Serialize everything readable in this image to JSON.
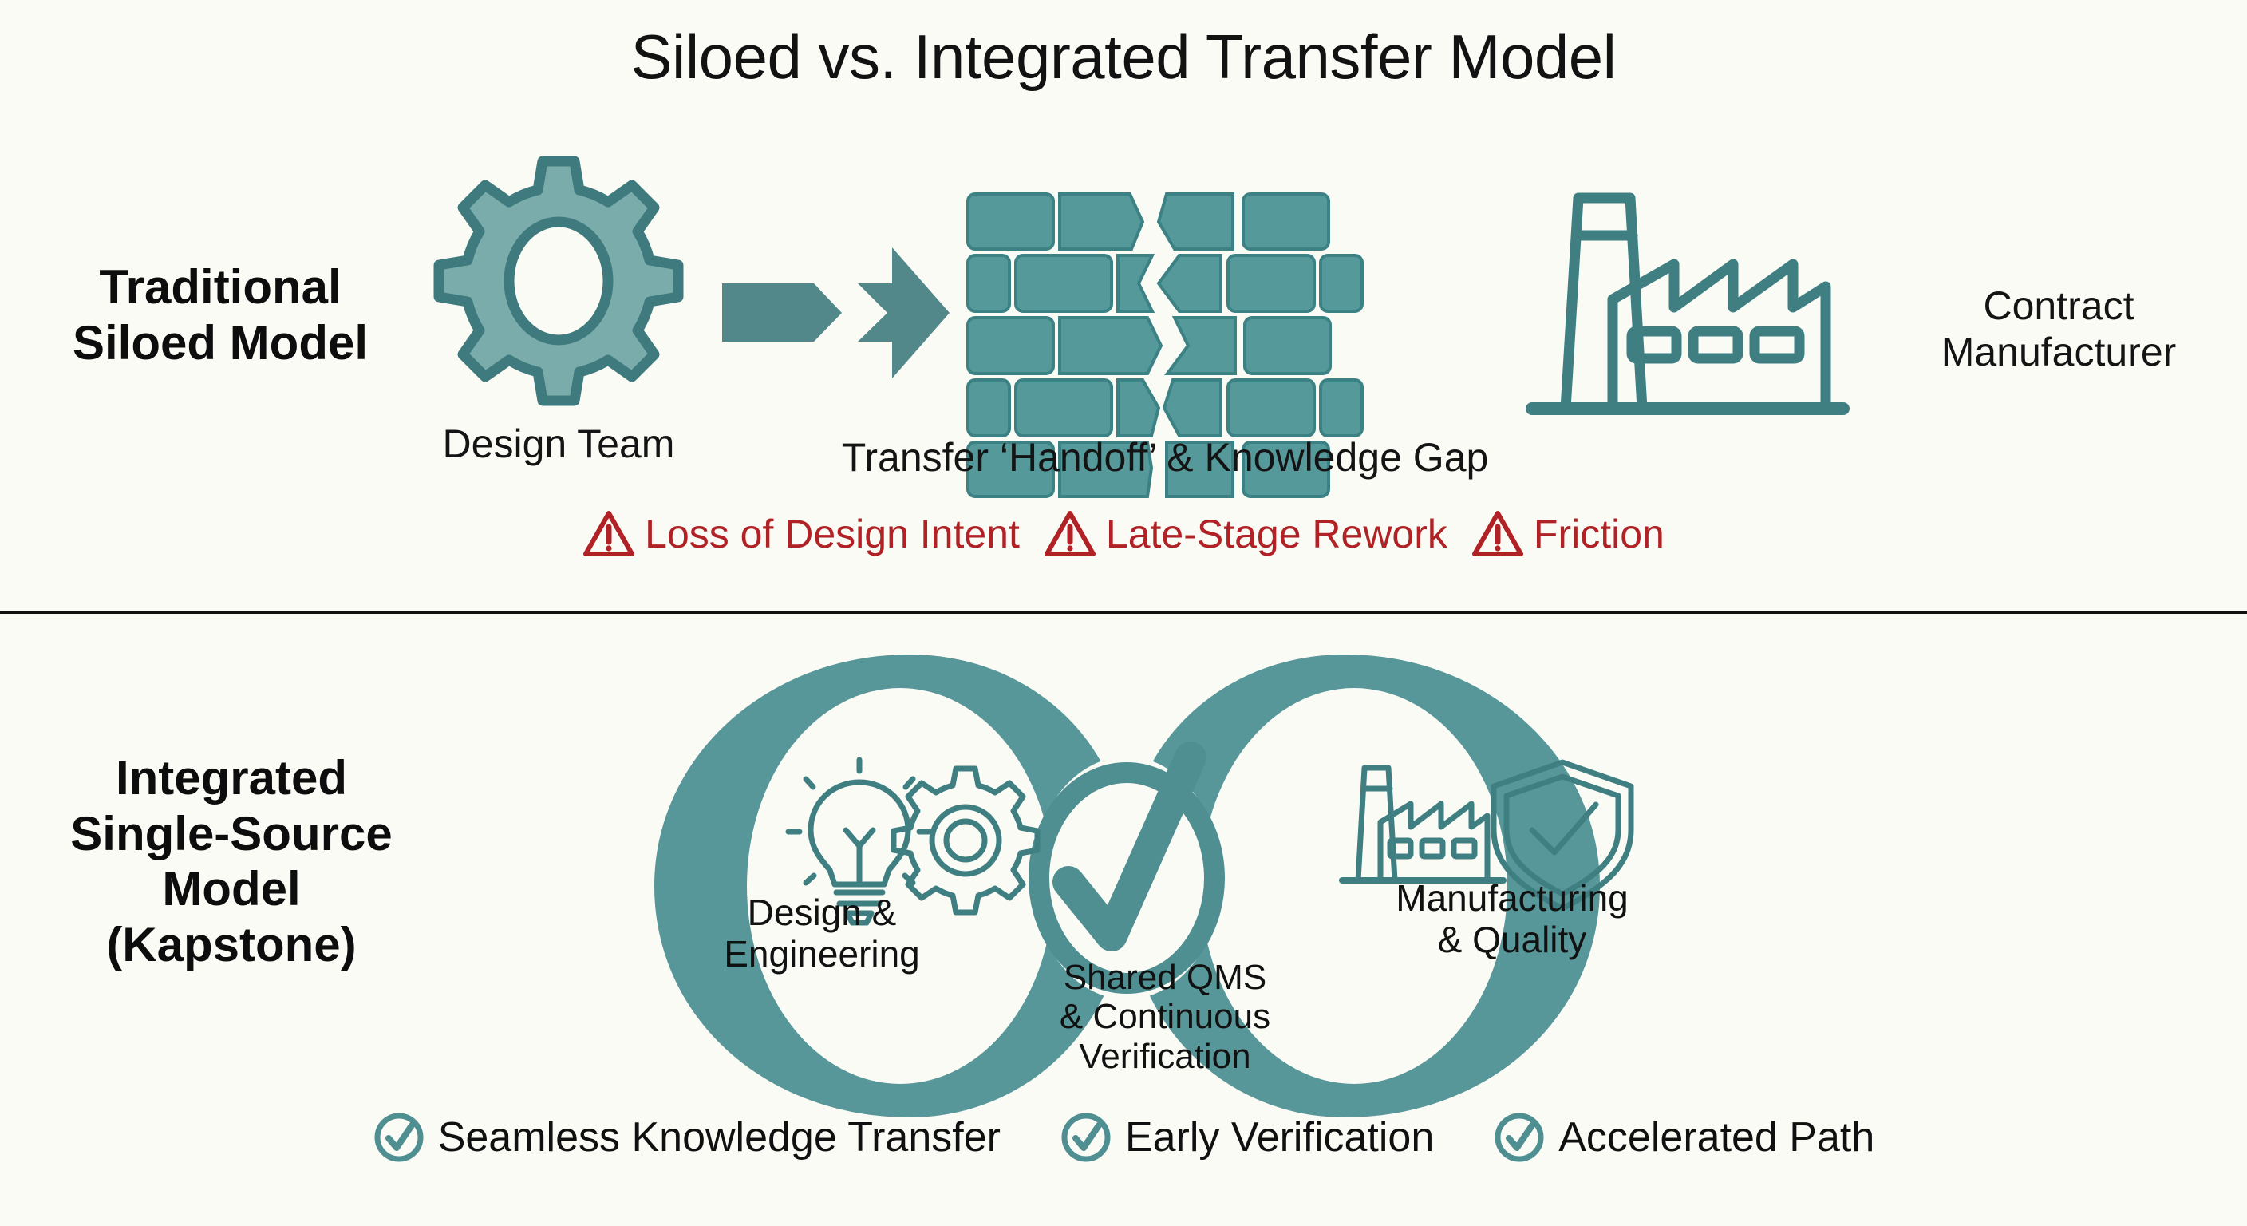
{
  "title": "Siloed vs. Integrated Transfer Model",
  "colors": {
    "background": "#fbfbf6",
    "teal": "#4f9194",
    "teal_dark": "#3f7b7e",
    "teal_fill": "#5e9a9b",
    "warning_red": "#b02225",
    "text": "#121212",
    "divider": "#111111"
  },
  "top_row": {
    "label": "Traditional\nSiloed Model",
    "label_line1": "Traditional",
    "label_line2": "Siloed Model",
    "design_team_caption": "Design Team",
    "transfer_caption": "Transfer ‘Handoff’ & Knowledge Gap",
    "contract_caption_line1": "Contract",
    "contract_caption_line2": "Manufacturer",
    "icons": {
      "gear": "gear-icon",
      "arrow": "arrow-right-icon",
      "wall": "cracked-brick-wall-icon",
      "factory": "factory-icon"
    },
    "warnings": [
      {
        "icon": "warning-triangle-icon",
        "label": "Loss of Design Intent"
      },
      {
        "icon": "warning-triangle-icon",
        "label": "Late-Stage Rework"
      },
      {
        "icon": "warning-triangle-icon",
        "label": "Friction"
      }
    ]
  },
  "bottom_row": {
    "label_line1": "Integrated",
    "label_line2": "Single-Source",
    "label_line3": "Model",
    "label_line4": "(Kapstone)",
    "loop": {
      "shape": "infinity-loop",
      "left_node": {
        "icons": [
          "lightbulb-icon",
          "gear-outline-icon"
        ],
        "label_line1": "Design &",
        "label_line2": "Engineering"
      },
      "center_node": {
        "icons": [
          "circle-check-icon"
        ],
        "label_line1": "Shared QMS",
        "label_line2": "& Continuous",
        "label_line3": "Verification"
      },
      "right_node": {
        "icons": [
          "factory-icon",
          "shield-check-icon"
        ],
        "label_line1": "Manufacturing",
        "label_line2": "& Quality"
      }
    },
    "benefits": [
      {
        "icon": "circle-check-icon",
        "label": "Seamless Knowledge Transfer"
      },
      {
        "icon": "circle-check-icon",
        "label": "Early Verification"
      },
      {
        "icon": "circle-check-icon",
        "label": "Accelerated Path"
      }
    ]
  }
}
